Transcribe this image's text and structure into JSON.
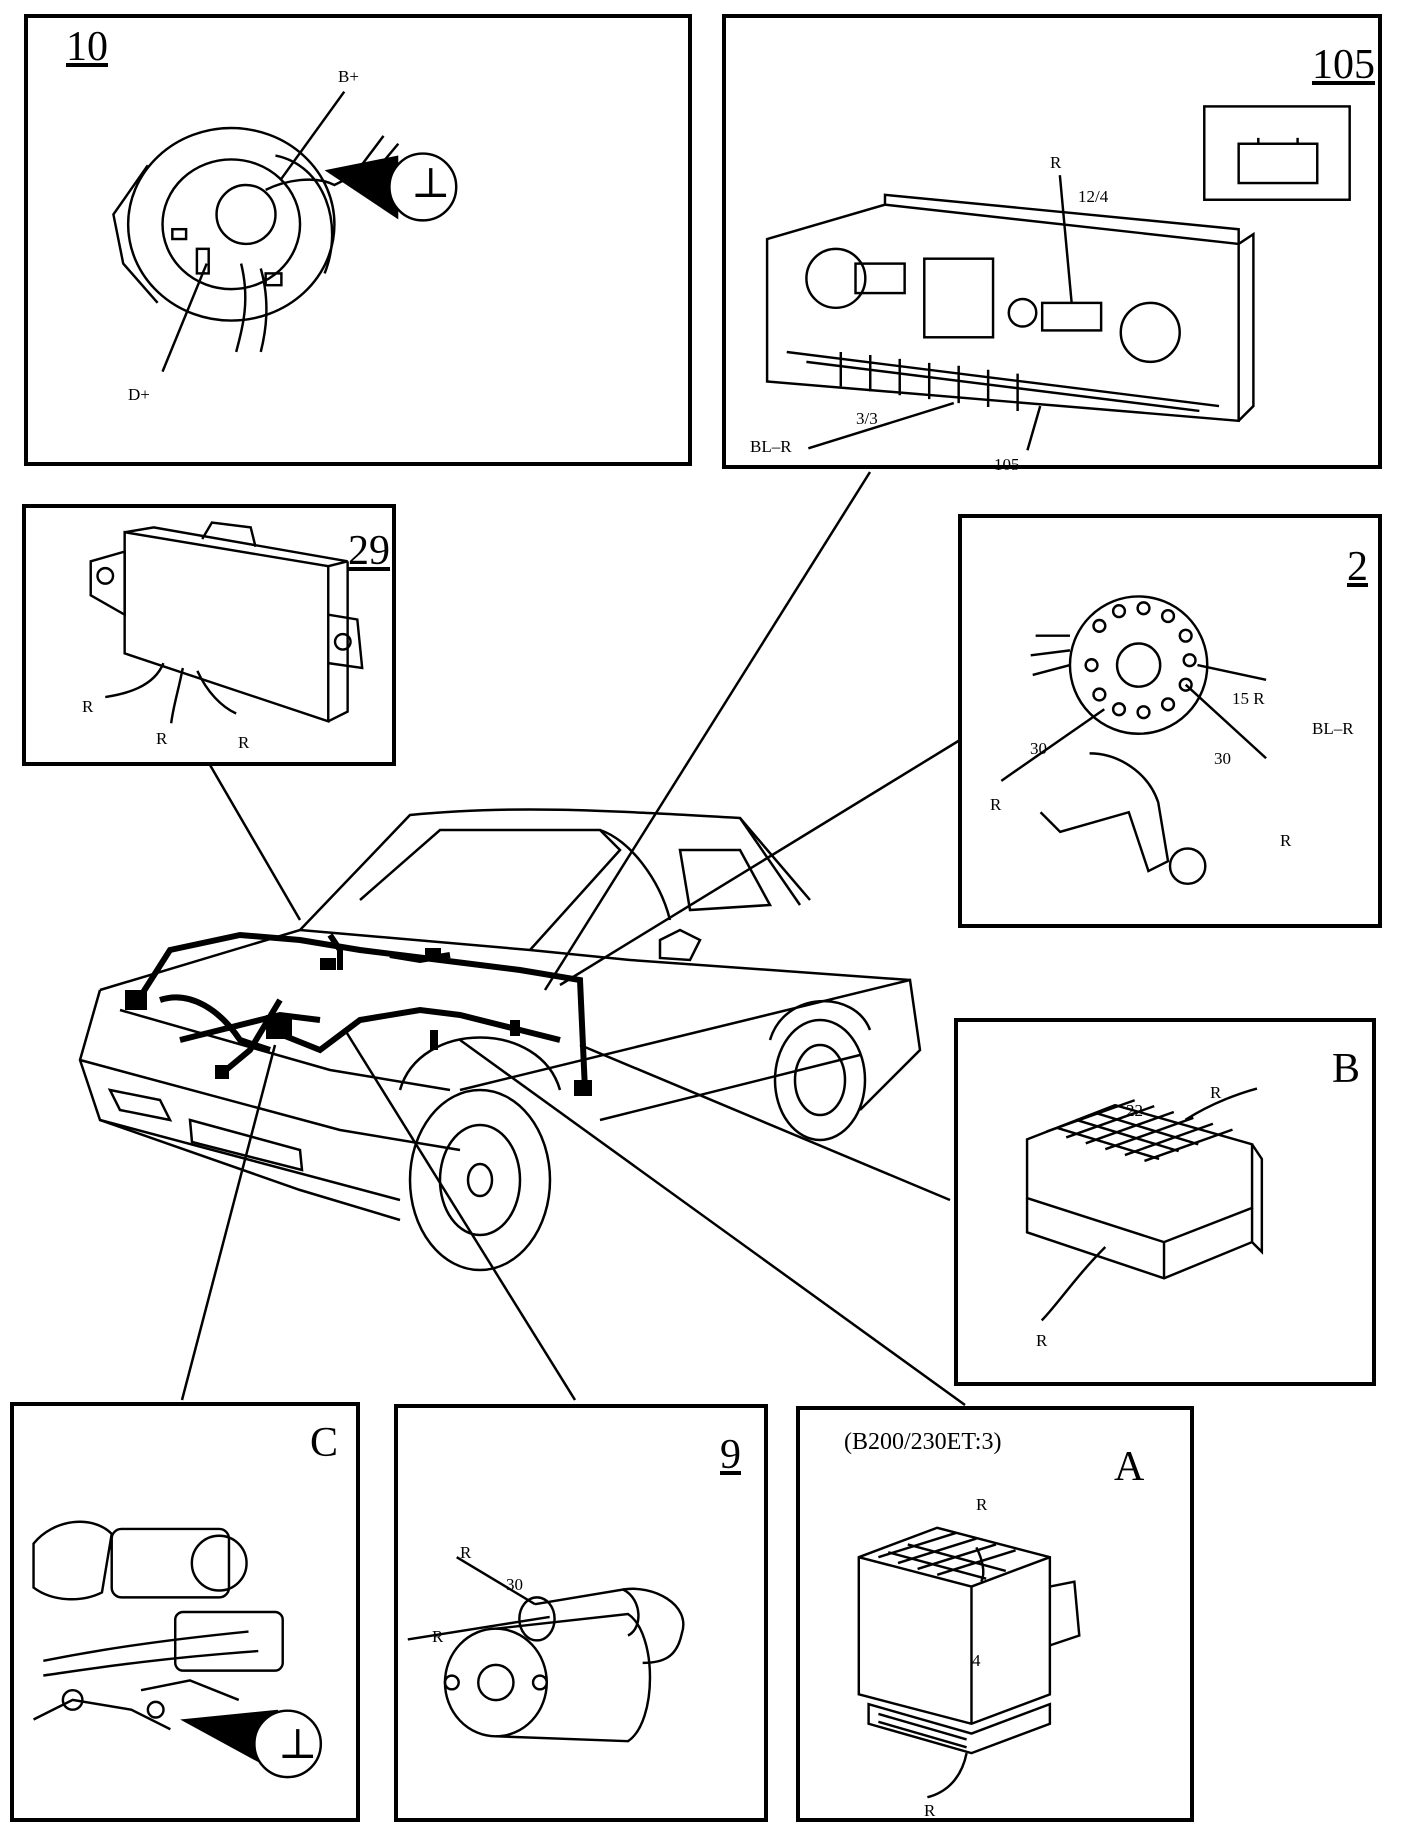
{
  "panels": {
    "p10": {
      "number": "10",
      "labels": {
        "b_plus": "B+",
        "d_plus": "D+"
      }
    },
    "p105": {
      "number": "105",
      "labels": {
        "r": "R",
        "pin_12_4": "12/4",
        "pin_3_3": "3/3",
        "bl_r": "BL–R",
        "pin_105": "105"
      }
    },
    "p29": {
      "number": "29",
      "labels": {
        "r1": "R",
        "r2": "R",
        "r3": "R"
      }
    },
    "p2": {
      "number": "2",
      "labels": {
        "r15": "15 R",
        "bl_r": "BL–R",
        "t30a": "30",
        "t30b": "30",
        "ra": "R",
        "rb": "R"
      }
    },
    "pB": {
      "number": "B",
      "labels": {
        "pin22": "22",
        "r_top": "R",
        "r_bottom": "R"
      }
    },
    "pC": {
      "number": "C"
    },
    "p9": {
      "number": "9",
      "labels": {
        "r1": "R",
        "t30": "30",
        "r2": "R"
      }
    },
    "pA": {
      "number": "A",
      "caption": "(B200/230ET:3)",
      "labels": {
        "r_top": "R",
        "pin4": "4",
        "r_bottom": "R"
      }
    }
  },
  "symbols": {
    "ground": "⊥"
  }
}
